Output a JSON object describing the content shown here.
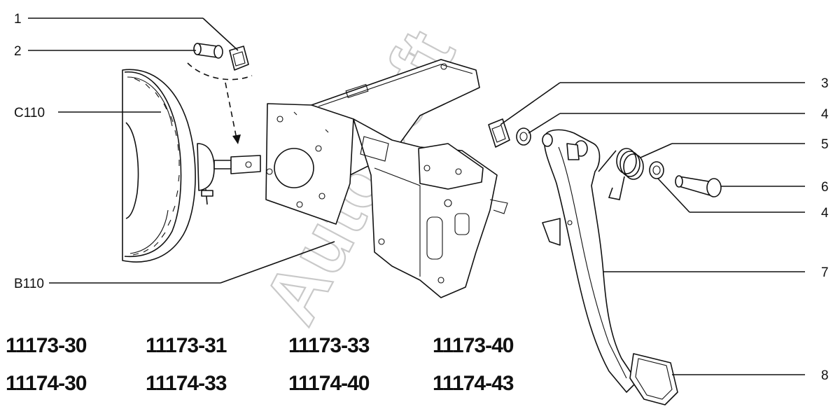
{
  "watermark": "Autosoft",
  "callouts": {
    "c1": "1",
    "c2": "2",
    "c110": "C110",
    "b110": "B110",
    "c3": "3",
    "c4a": "4",
    "c5": "5",
    "c6": "6",
    "c4b": "4",
    "c7": "7",
    "c8": "8"
  },
  "models": [
    [
      "11173-30",
      "11173-31",
      "11173-33",
      "11173-40"
    ],
    [
      "11174-30",
      "11174-33",
      "11174-40",
      "11174-43"
    ]
  ]
}
